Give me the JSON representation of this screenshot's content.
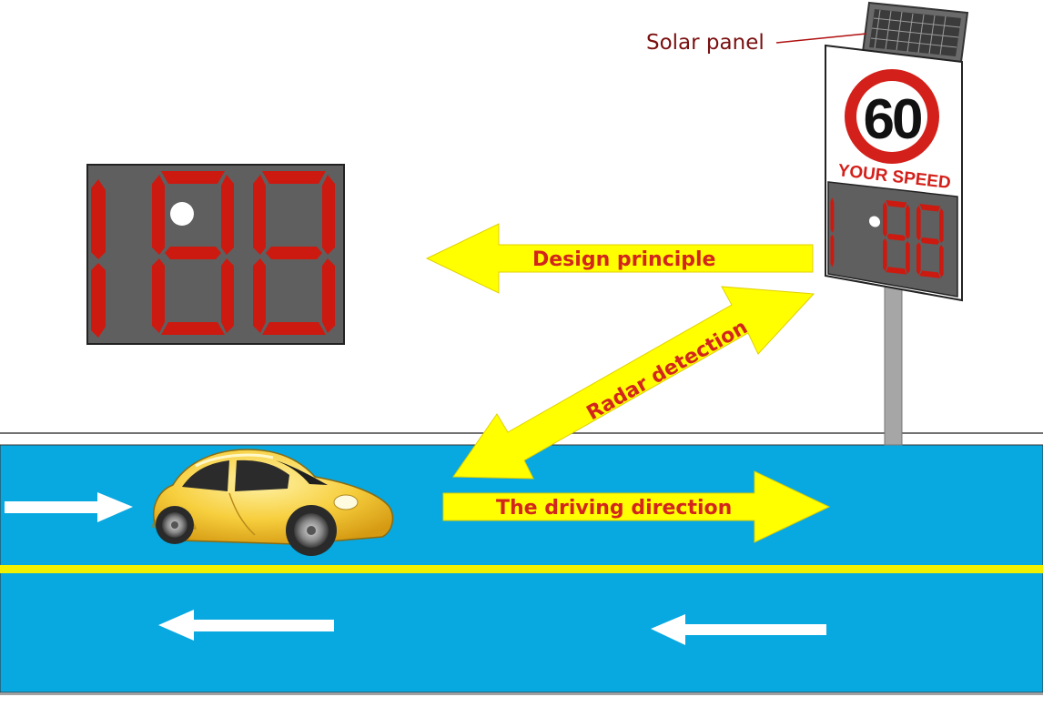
{
  "labels": {
    "solar_panel": "Solar panel",
    "design_principle": "Design principle",
    "radar_detection": "Radar detection",
    "driving_direction": "The driving direction"
  },
  "sign": {
    "speed_limit": "60",
    "caption": "YOUR SPEED"
  },
  "displays": {
    "large_digits": "188",
    "small_digits": "188"
  },
  "colors": {
    "road": "#08a8e0",
    "arrow_yellow": "#ffff00",
    "label_red": "#d2261c",
    "segment_red": "#cc1a10",
    "display_bg": "#5f5f5f",
    "centerline": "#f2f200",
    "car_body": "#f5c93a"
  },
  "icons": [
    "solar-panel-icon",
    "speed-sign-icon",
    "car-icon",
    "arrow-icon"
  ]
}
